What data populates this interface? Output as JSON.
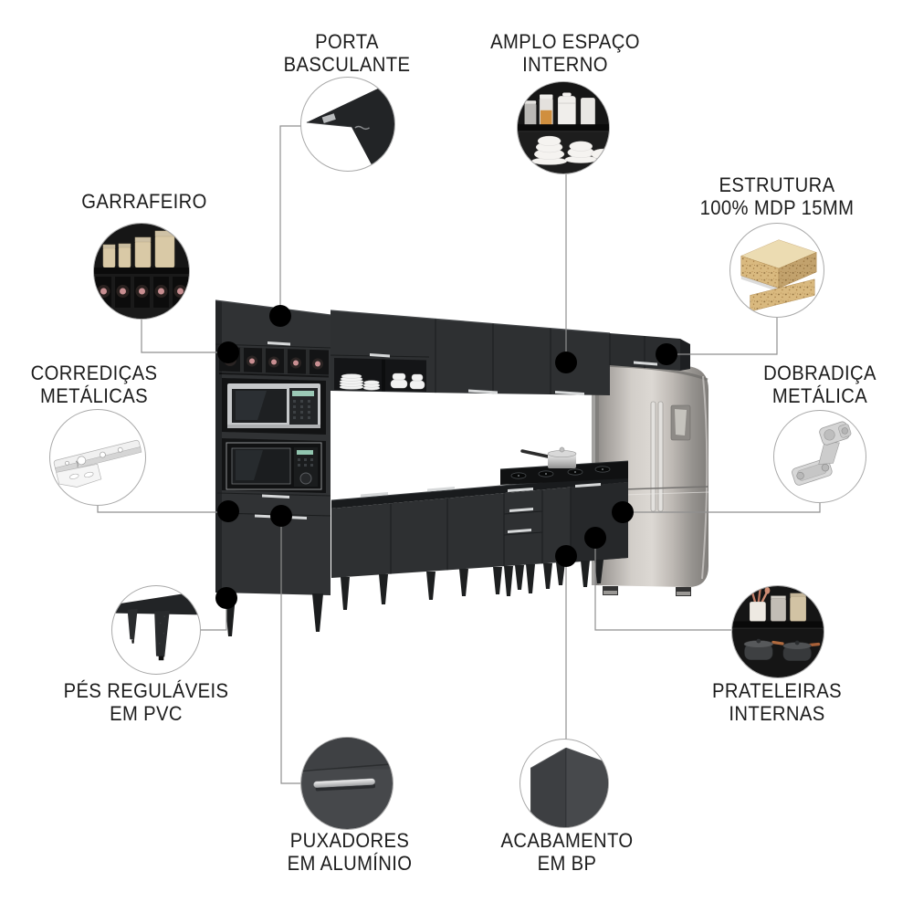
{
  "colors": {
    "background": "#ffffff",
    "label_text": "#1c1c1c",
    "connector": "#8f8f8f",
    "anchor_dot": "#000000",
    "cabinet_black": "#2e3032",
    "cabinet_shadow": "#131415",
    "handle_aluminum": "#d6d8d9",
    "fridge_silver": "#c9c5c0",
    "mdp_wood": "#d9b97f",
    "bottle_cap_pink": "#c98f92"
  },
  "features": [
    {
      "id": "porta-basculante",
      "lines": [
        "PORTA",
        "BASCULANTE"
      ]
    },
    {
      "id": "amplo-espaco-interno",
      "lines": [
        "AMPLO ESPAÇO",
        "INTERNO"
      ]
    },
    {
      "id": "garrafeiro",
      "lines": [
        "GARRAFEIRO"
      ]
    },
    {
      "id": "estrutura-mdp",
      "lines": [
        "ESTRUTURA",
        "100% MDP 15MM"
      ]
    },
    {
      "id": "corredicas-metalicas",
      "lines": [
        "CORREDIÇAS",
        "METÁLICAS"
      ]
    },
    {
      "id": "dobradica-metalica",
      "lines": [
        "DOBRADIÇA",
        "METÁLICA"
      ]
    },
    {
      "id": "pes-regulaveis",
      "lines": [
        "PÉS REGULÁVEIS",
        "EM PVC"
      ]
    },
    {
      "id": "prateleiras-internas",
      "lines": [
        "PRATELEIRAS",
        "INTERNAS"
      ]
    },
    {
      "id": "puxadores-aluminio",
      "lines": [
        "PUXADORES",
        "EM ALUMÍNIO"
      ]
    },
    {
      "id": "acabamento-bp",
      "lines": [
        "ACABAMENTO",
        "EM BP"
      ]
    }
  ]
}
